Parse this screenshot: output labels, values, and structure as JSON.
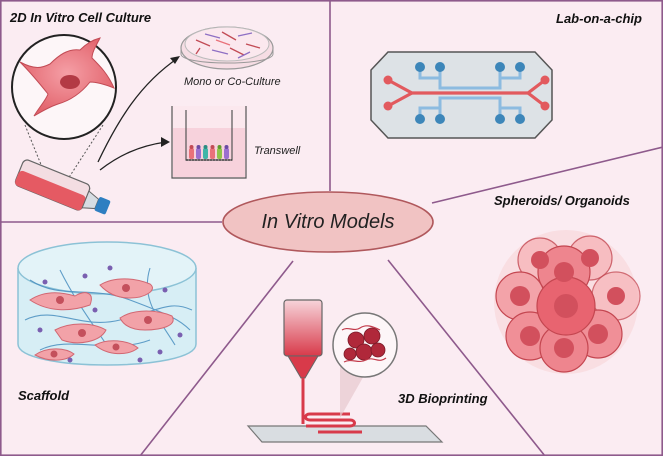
{
  "center": {
    "title": "In Vitro Models"
  },
  "panels": {
    "culture": {
      "title": "2D In Vitro Cell Culture",
      "mono_label": "Mono or Co-Culture",
      "transwell_label": "Transwell"
    },
    "chip": {
      "title": "Lab-on-a-chip"
    },
    "spheroids": {
      "title": "Spheroids/ Organoids"
    },
    "scaffold": {
      "title": "Scaffold"
    },
    "bioprinting": {
      "title": "3D Bioprinting"
    }
  },
  "colors": {
    "background": "#fbecf2",
    "divider": "#8e5a8c",
    "center_ellipse": "#f1c3c3",
    "center_stroke": "#b0585c",
    "cell": "#e9727a",
    "vessel_blue": "#3d86b9",
    "channel_red": "#e25a5e",
    "channel_blue": "#8cbbe0"
  }
}
